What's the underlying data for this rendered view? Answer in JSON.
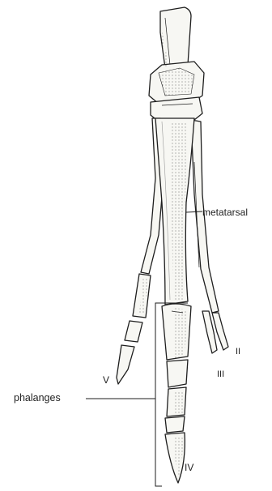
{
  "labels": {
    "metatarsal": "metatarsal",
    "phalanges": "phalanges",
    "digit_v": "V",
    "digit_ii": "II",
    "digit_iii": "III",
    "digit_iv": "IV"
  },
  "colors": {
    "bone_fill": "#f7f7f3",
    "outline": "#1e1e1e",
    "stipple": "#555555"
  }
}
